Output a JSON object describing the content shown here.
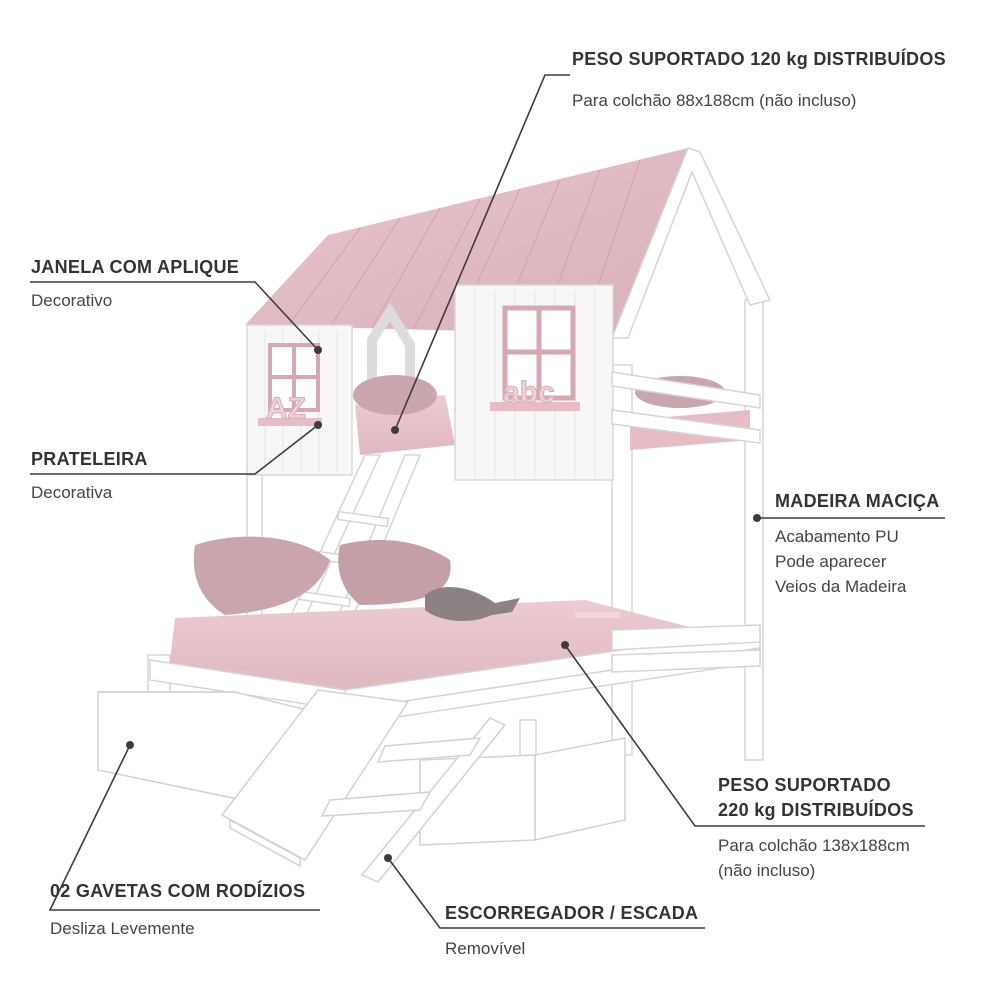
{
  "callouts": {
    "top_bunk": {
      "title": "PESO SUPORTADO 120 kg DISTRIBUÍDOS",
      "desc": "Para colchão 88x188cm (não incluso)"
    },
    "window": {
      "title": "JANELA COM APLIQUE",
      "desc": "Decorativo"
    },
    "shelf": {
      "title": "PRATELEIRA",
      "desc": "Decorativa"
    },
    "wood": {
      "title": "MADEIRA MACIÇA",
      "desc": [
        "Acabamento PU",
        "Pode aparecer",
        "Veios da Madeira"
      ]
    },
    "bottom_bunk": {
      "title": [
        "PESO SUPORTADO",
        "220 kg DISTRIBUÍDOS"
      ],
      "desc": [
        "Para colchão 138x188cm",
        "(não incluso)"
      ]
    },
    "drawers": {
      "title": "02 GAVETAS COM RODÍZIOS",
      "desc": "Desliza Levemente"
    },
    "slide": {
      "title": "ESCORREGADOR / ESCADA",
      "desc": "Removível"
    }
  },
  "decor": {
    "window_letters": "AZ",
    "shelf_letters": "abc"
  },
  "colors": {
    "roof": "#e3bfc6",
    "mattress": "#e9c4cb",
    "pillow": "#c9a6ab",
    "frame": "#ffffff",
    "frame_stroke": "#d6d6d6",
    "text": "#333333",
    "rule": "#444444"
  }
}
